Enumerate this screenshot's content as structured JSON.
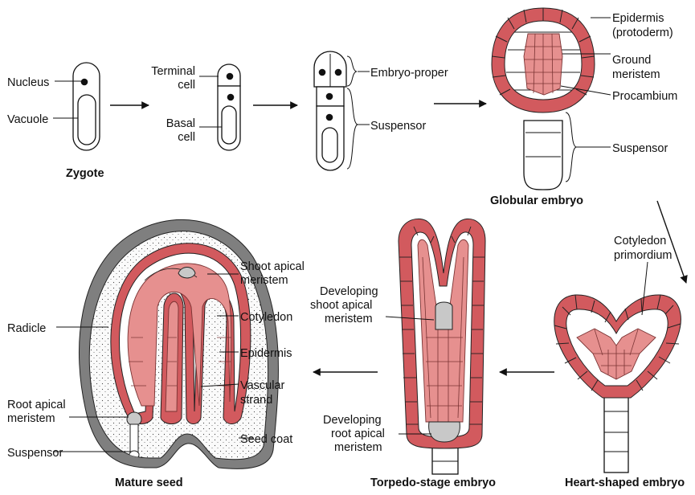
{
  "labels": {
    "nucleus": "Nucleus",
    "vacuole": "Vacuole",
    "terminal_cell": [
      "Terminal",
      "cell"
    ],
    "basal_cell": [
      "Basal",
      "cell"
    ],
    "embryo_proper": "Embryo-proper",
    "suspensor": "Suspensor",
    "epidermis_protoderm": [
      "Epidermis",
      "(protoderm)"
    ],
    "ground_meristem": [
      "Ground",
      "meristem"
    ],
    "procambium": "Procambium",
    "cotyledon_primordium": [
      "Cotyledon",
      "primordium"
    ],
    "developing_shoot_apical_meristem": [
      "Developing",
      "shoot apical",
      "meristem"
    ],
    "developing_root_apical_meristem": [
      "Developing",
      "root apical",
      "meristem"
    ],
    "shoot_apical_meristem": [
      "Shoot apical",
      "meristem"
    ],
    "cotyledon": "Cotyledon",
    "epidermis": "Epidermis",
    "vascular_strand": [
      "Vascular",
      "strand"
    ],
    "seed_coat": "Seed coat",
    "radicle": "Radicle",
    "root_apical_meristem": [
      "Root apical",
      "meristem"
    ]
  },
  "captions": {
    "zygote": "Zygote",
    "globular": "Globular embryo",
    "heart": "Heart-shaped embryo",
    "torpedo": "Torpedo-stage embryo",
    "mature": "Mature seed"
  },
  "colors": {
    "epidermis": "#d25a5e",
    "ground_tissue": "#e6908f",
    "meristem": "#c8c8c8",
    "seed_coat": "#7f7f7f"
  }
}
